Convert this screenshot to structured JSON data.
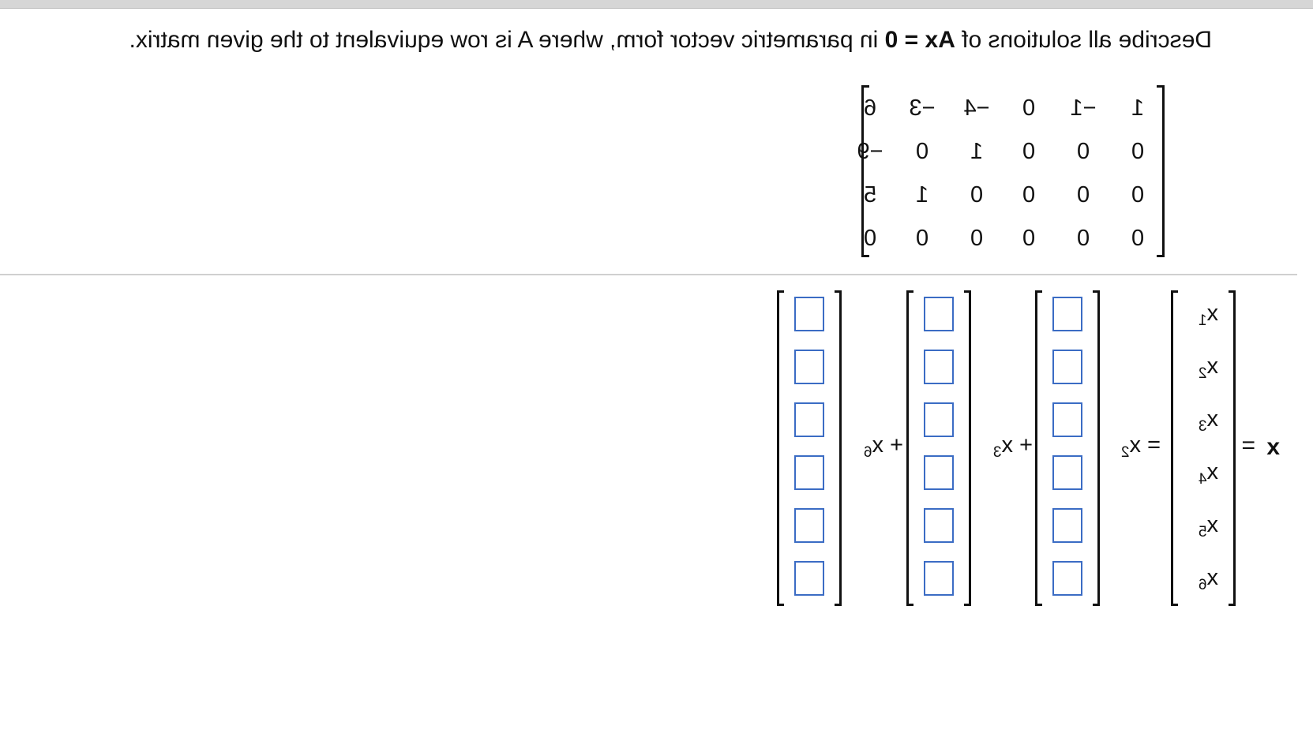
{
  "question": {
    "prefix": "Describe all solutions of ",
    "A": "A",
    "x": "x",
    "eq": " = ",
    "zero": "0",
    "suffix": " in parametric vector form, where A is row equivalent to the given matrix."
  },
  "matrix": {
    "rows": [
      [
        "1",
        "−1",
        "0",
        "−4",
        "−3",
        "6"
      ],
      [
        "0",
        "0",
        "0",
        "1",
        "0",
        "−9"
      ],
      [
        "0",
        "0",
        "0",
        "0",
        "1",
        "5"
      ],
      [
        "0",
        "0",
        "0",
        "0",
        "0",
        "0"
      ]
    ]
  },
  "solution": {
    "lhs_x": "x",
    "equals": "=",
    "variables": [
      {
        "base": "x",
        "sub": "1"
      },
      {
        "base": "x",
        "sub": "2"
      },
      {
        "base": "x",
        "sub": "3"
      },
      {
        "base": "x",
        "sub": "4"
      },
      {
        "base": "x",
        "sub": "5"
      },
      {
        "base": "x",
        "sub": "6"
      }
    ],
    "terms": [
      {
        "prefix": "= x",
        "sub": "2"
      },
      {
        "prefix": "+ x",
        "sub": "3"
      },
      {
        "prefix": "+ x",
        "sub": "6"
      }
    ],
    "input_boxes_per_vector": 6
  },
  "colors": {
    "input_border": "#3b6cc4",
    "top_bar": "#d6d6d6",
    "divider": "#d0d0d0"
  }
}
